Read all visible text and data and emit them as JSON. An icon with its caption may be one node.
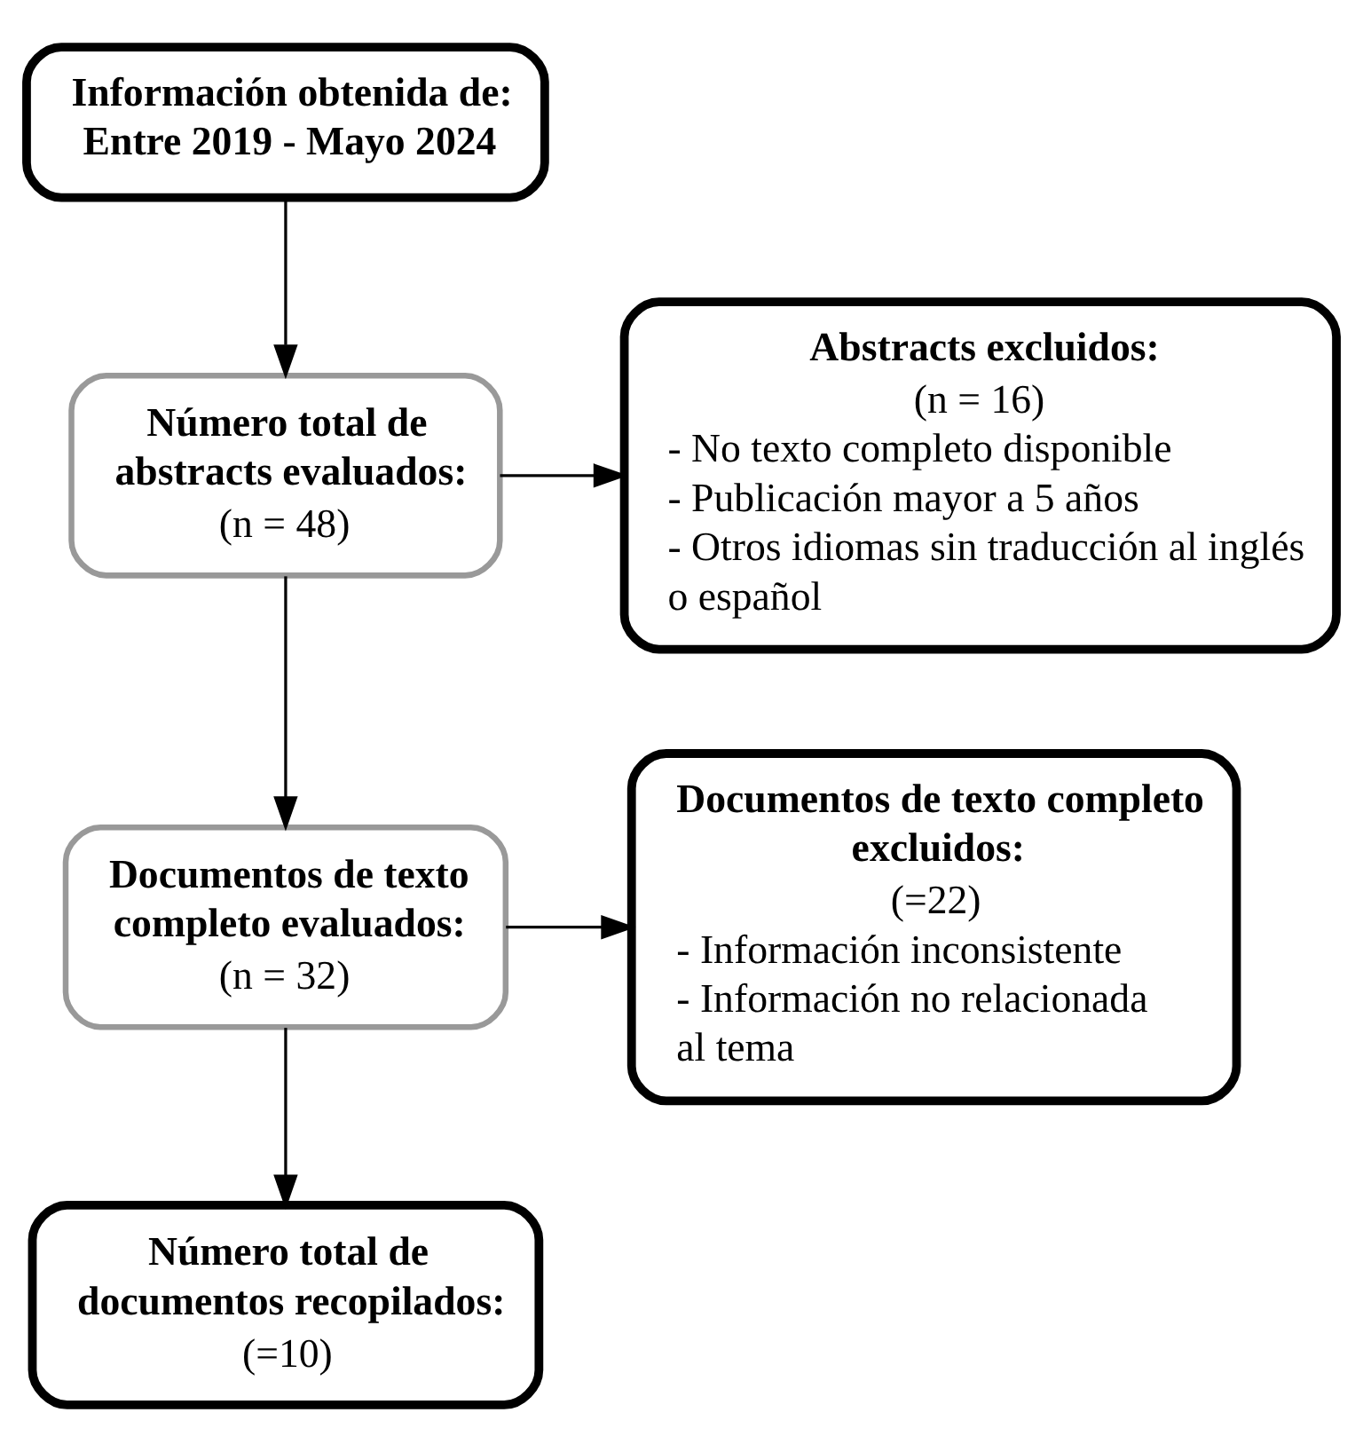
{
  "diagram": {
    "nodes": [
      {
        "text": [
          "Información obtenida de:",
          "Entre 2019 - Mayo 2024"
        ]
      },
      {
        "text": [
          "Número total de abstracts evaluados:",
          "(n = 48)"
        ]
      },
      {
        "text": [
          "Abstracts excluidos:",
          "(n = 16)",
          "- No texto completo disponible",
          "- Publicación mayor a 5 años",
          "- Otros idiomas sin traducción al inglés o español"
        ]
      },
      {
        "text": [
          "Documentos de texto completo evaluados:",
          "(n = 32)"
        ]
      },
      {
        "text": [
          "Documentos de texto completo excluidos:",
          "(=22)",
          "- Información inconsistente",
          "- Información no relacionada al tema"
        ]
      },
      {
        "text": [
          "Número total de documentos recopilados:",
          "(=10)"
        ]
      }
    ],
    "edges": [
      {
        "from": 0,
        "to": 1,
        "arrow": "to"
      },
      {
        "from": 1,
        "to": 2,
        "arrow": "to"
      },
      {
        "from": 1,
        "to": 3,
        "arrow": "to"
      },
      {
        "from": 3,
        "to": 4,
        "arrow": "to"
      },
      {
        "from": 3,
        "to": 5,
        "arrow": "to"
      }
    ]
  }
}
